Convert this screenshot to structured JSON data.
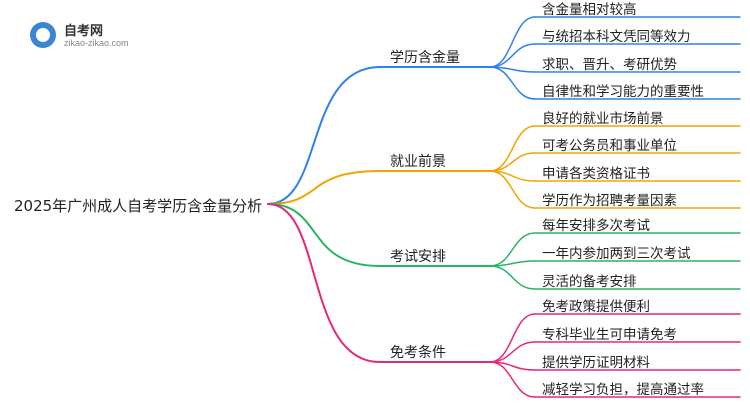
{
  "logo": {
    "title": "自考网",
    "subtitle": "zikao-zikao.com"
  },
  "root": "2025年广州成人自考学历含金量分析",
  "branches": [
    {
      "label": "学历含金量",
      "color": "#2f80ed",
      "children": [
        "含金量相对较高",
        "与统招本科文凭同等效力",
        "求职、晋升、考研优势",
        "自律性和学习能力的重要性"
      ]
    },
    {
      "label": "就业前景",
      "color": "#f0a500",
      "children": [
        "良好的就业市场前景",
        "可考公务员和事业单位",
        "申请各类资格证书",
        "学历作为招聘考量因素"
      ]
    },
    {
      "label": "考试安排",
      "color": "#28b463",
      "children": [
        "每年安排多次考试",
        "一年内参加两到三次考试",
        "灵活的备考安排"
      ]
    },
    {
      "label": "免考条件",
      "color": "#e6287a",
      "children": [
        "免考政策提供便利",
        "专科毕业生可申请免考",
        "提供学历证明材料",
        "减轻学习负担，提高通过率"
      ]
    }
  ]
}
